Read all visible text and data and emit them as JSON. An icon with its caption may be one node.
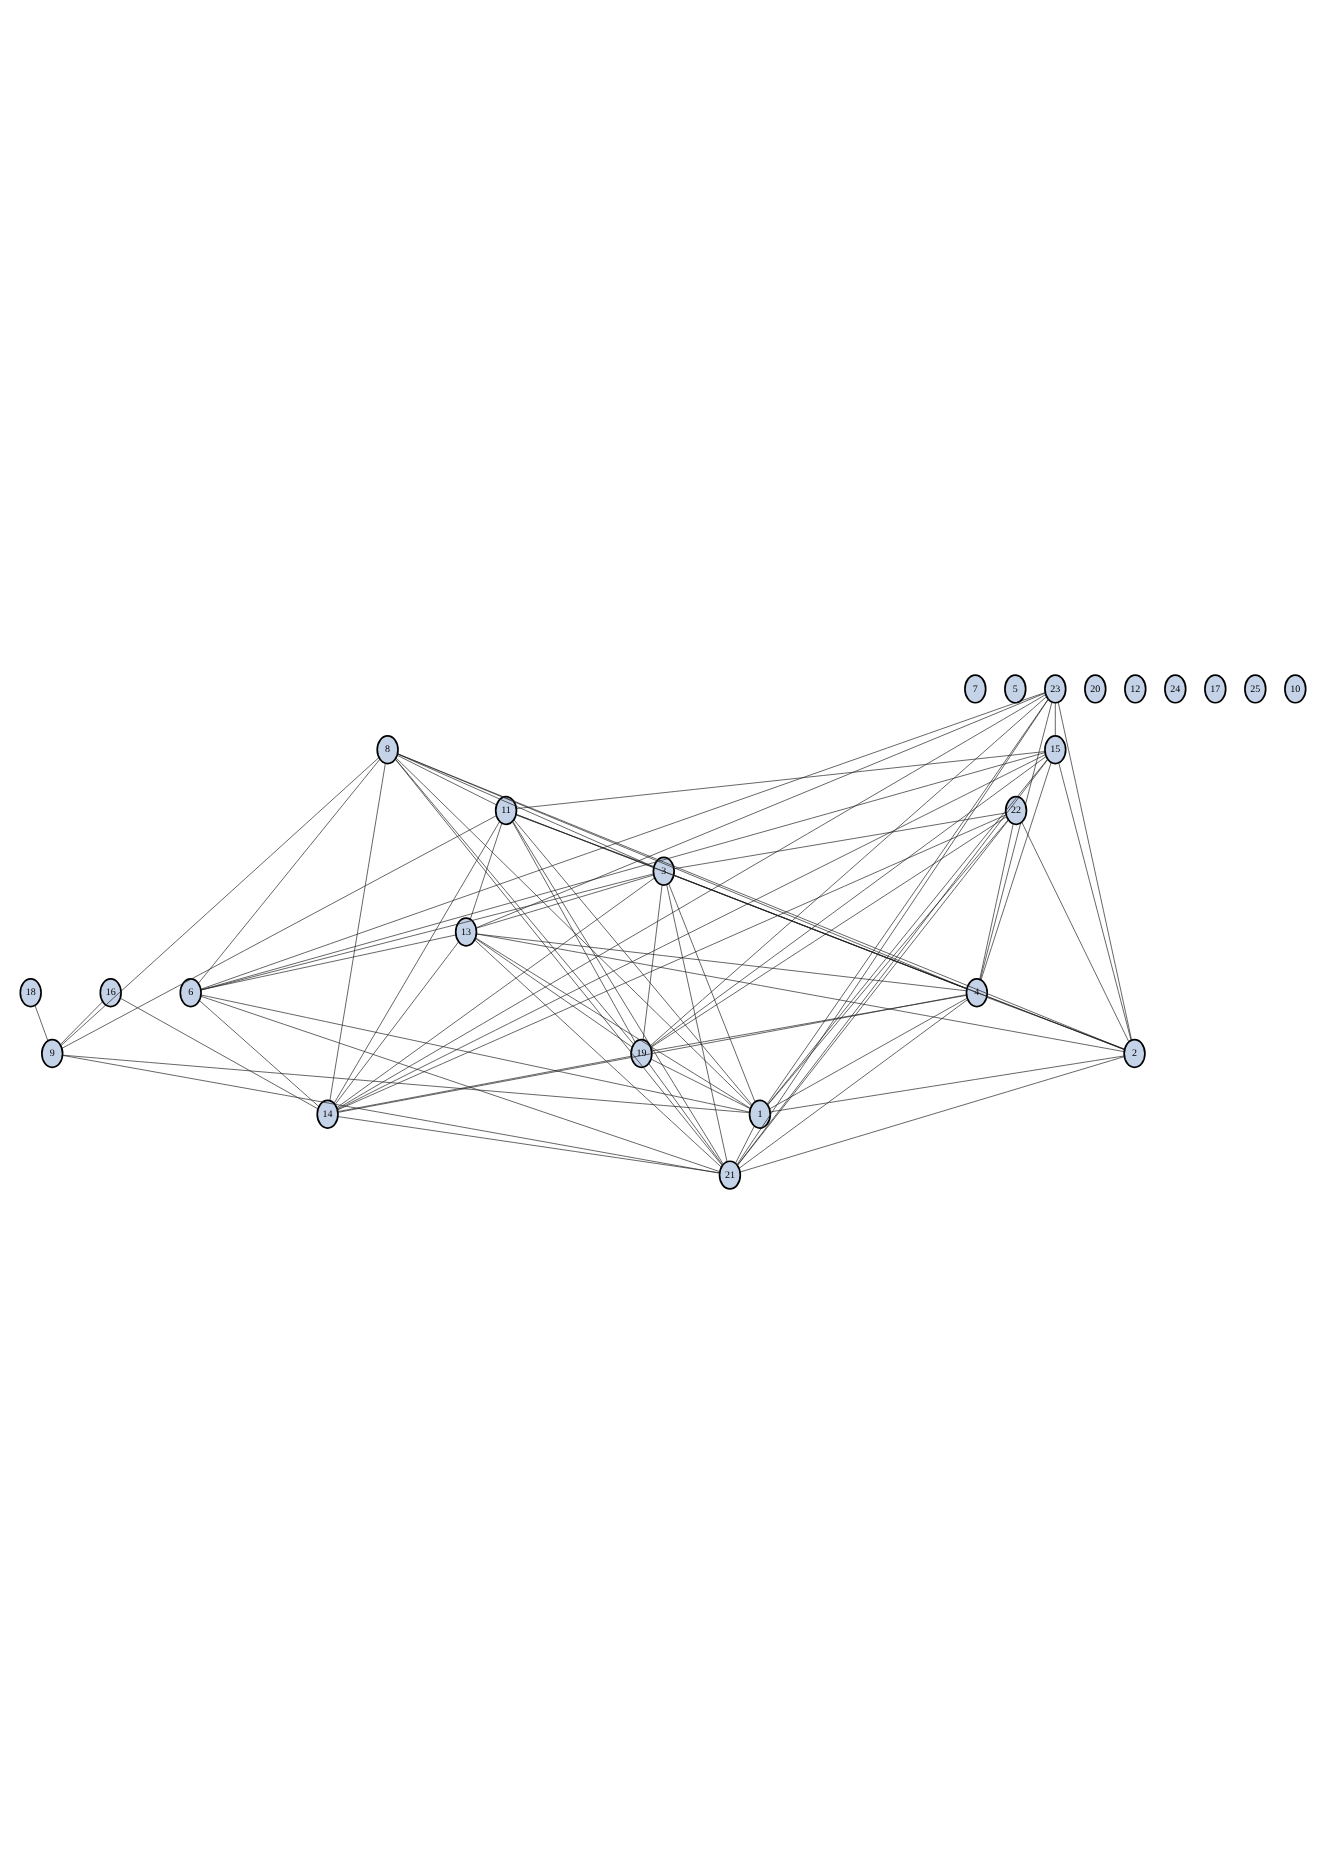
{
  "diagram": {
    "nodes": [
      {
        "text": [
          "7"
        ]
      },
      {
        "text": [
          "5"
        ]
      },
      {
        "text": [
          "18"
        ]
      },
      {
        "text": [
          "20"
        ]
      },
      {
        "text": [
          "12"
        ]
      },
      {
        "text": [
          "24"
        ]
      },
      {
        "text": [
          "17"
        ]
      },
      {
        "text": [
          "25"
        ]
      },
      {
        "text": [
          "10"
        ]
      },
      {
        "text": [
          "23"
        ]
      },
      {
        "text": [
          "16"
        ]
      },
      {
        "text": [
          "9"
        ]
      },
      {
        "text": [
          "22"
        ]
      },
      {
        "text": [
          "8"
        ]
      },
      {
        "text": [
          "15"
        ]
      },
      {
        "text": [
          "11"
        ]
      },
      {
        "text": [
          "3"
        ]
      },
      {
        "text": [
          "13"
        ]
      },
      {
        "text": [
          "4"
        ]
      },
      {
        "text": [
          "6"
        ]
      },
      {
        "text": [
          "1"
        ]
      },
      {
        "text": [
          "19"
        ]
      },
      {
        "text": [
          "2"
        ]
      },
      {
        "text": [
          "14"
        ]
      },
      {
        "text": [
          "21"
        ]
      }
    ],
    "edges": [
      {
        "from": 2,
        "to": 11,
        "arrow": "none"
      },
      {
        "from": 10,
        "to": 11,
        "arrow": "none"
      },
      {
        "from": 9,
        "to": 14,
        "arrow": "none"
      },
      {
        "from": 9,
        "to": 18,
        "arrow": "none"
      },
      {
        "from": 9,
        "to": 21,
        "arrow": "none"
      },
      {
        "from": 9,
        "to": 22,
        "arrow": "none"
      },
      {
        "from": 9,
        "to": 24,
        "arrow": "none"
      },
      {
        "from": 9,
        "to": 23,
        "arrow": "none"
      },
      {
        "from": 9,
        "to": 20,
        "arrow": "none"
      },
      {
        "from": 9,
        "to": 19,
        "arrow": "none"
      },
      {
        "from": 9,
        "to": 17,
        "arrow": "none"
      },
      {
        "from": 12,
        "to": 18,
        "arrow": "none"
      },
      {
        "from": 12,
        "to": 22,
        "arrow": "none"
      },
      {
        "from": 12,
        "to": 23,
        "arrow": "none"
      },
      {
        "from": 12,
        "to": 24,
        "arrow": "none"
      },
      {
        "from": 12,
        "to": 20,
        "arrow": "none"
      },
      {
        "from": 12,
        "to": 16,
        "arrow": "none"
      },
      {
        "from": 12,
        "to": 21,
        "arrow": "none"
      },
      {
        "from": 13,
        "to": 11,
        "arrow": "none"
      },
      {
        "from": 13,
        "to": 16,
        "arrow": "none"
      },
      {
        "from": 13,
        "to": 18,
        "arrow": "none"
      },
      {
        "from": 13,
        "to": 21,
        "arrow": "none"
      },
      {
        "from": 13,
        "to": 22,
        "arrow": "none"
      },
      {
        "from": 13,
        "to": 23,
        "arrow": "none"
      },
      {
        "from": 13,
        "to": 24,
        "arrow": "none"
      },
      {
        "from": 13,
        "to": 20,
        "arrow": "none"
      },
      {
        "from": 13,
        "to": 19,
        "arrow": "none"
      },
      {
        "from": 13,
        "to": 15,
        "arrow": "none"
      },
      {
        "from": 14,
        "to": 15,
        "arrow": "none"
      },
      {
        "from": 14,
        "to": 18,
        "arrow": "none"
      },
      {
        "from": 14,
        "to": 19,
        "arrow": "none"
      },
      {
        "from": 14,
        "to": 22,
        "arrow": "none"
      },
      {
        "from": 14,
        "to": 23,
        "arrow": "none"
      },
      {
        "from": 14,
        "to": 24,
        "arrow": "none"
      },
      {
        "from": 14,
        "to": 20,
        "arrow": "none"
      },
      {
        "from": 14,
        "to": 21,
        "arrow": "none"
      },
      {
        "from": 15,
        "to": 11,
        "arrow": "none"
      },
      {
        "from": 15,
        "to": 16,
        "arrow": "none"
      },
      {
        "from": 15,
        "to": 20,
        "arrow": "none"
      },
      {
        "from": 15,
        "to": 23,
        "arrow": "none"
      },
      {
        "from": 15,
        "to": 22,
        "arrow": "none"
      },
      {
        "from": 15,
        "to": 24,
        "arrow": "none"
      },
      {
        "from": 15,
        "to": 21,
        "arrow": "none"
      },
      {
        "from": 15,
        "to": 18,
        "arrow": "none"
      },
      {
        "from": 16,
        "to": 18,
        "arrow": "none"
      },
      {
        "from": 16,
        "to": 21,
        "arrow": "none"
      },
      {
        "from": 16,
        "to": 22,
        "arrow": "none"
      },
      {
        "from": 16,
        "to": 23,
        "arrow": "none"
      },
      {
        "from": 16,
        "to": 24,
        "arrow": "none"
      },
      {
        "from": 16,
        "to": 20,
        "arrow": "none"
      },
      {
        "from": 16,
        "to": 19,
        "arrow": "none"
      },
      {
        "from": 16,
        "to": 17,
        "arrow": "none"
      },
      {
        "from": 17,
        "to": 18,
        "arrow": "none"
      },
      {
        "from": 17,
        "to": 19,
        "arrow": "none"
      },
      {
        "from": 17,
        "to": 21,
        "arrow": "none"
      },
      {
        "from": 17,
        "to": 22,
        "arrow": "none"
      },
      {
        "from": 17,
        "to": 23,
        "arrow": "none"
      },
      {
        "from": 17,
        "to": 24,
        "arrow": "none"
      },
      {
        "from": 17,
        "to": 20,
        "arrow": "none"
      },
      {
        "from": 17,
        "to": 15,
        "arrow": "none"
      },
      {
        "from": 11,
        "to": 24,
        "arrow": "none"
      },
      {
        "from": 11,
        "to": 20,
        "arrow": "none"
      },
      {
        "from": 10,
        "to": 23,
        "arrow": "none"
      },
      {
        "from": 18,
        "to": 21,
        "arrow": "none"
      },
      {
        "from": 18,
        "to": 24,
        "arrow": "none"
      },
      {
        "from": 18,
        "to": 23,
        "arrow": "none"
      },
      {
        "from": 18,
        "to": 22,
        "arrow": "none"
      },
      {
        "from": 18,
        "to": 20,
        "arrow": "none"
      },
      {
        "from": 21,
        "to": 24,
        "arrow": "none"
      },
      {
        "from": 21,
        "to": 20,
        "arrow": "none"
      },
      {
        "from": 21,
        "to": 23,
        "arrow": "none"
      },
      {
        "from": 19,
        "to": 24,
        "arrow": "none"
      },
      {
        "from": 19,
        "to": 23,
        "arrow": "none"
      },
      {
        "from": 19,
        "to": 20,
        "arrow": "none"
      },
      {
        "from": 22,
        "to": 24,
        "arrow": "none"
      },
      {
        "from": 22,
        "to": 20,
        "arrow": "none"
      },
      {
        "from": 23,
        "to": 24,
        "arrow": "none"
      },
      {
        "from": 20,
        "to": 24,
        "arrow": "none"
      }
    ]
  }
}
